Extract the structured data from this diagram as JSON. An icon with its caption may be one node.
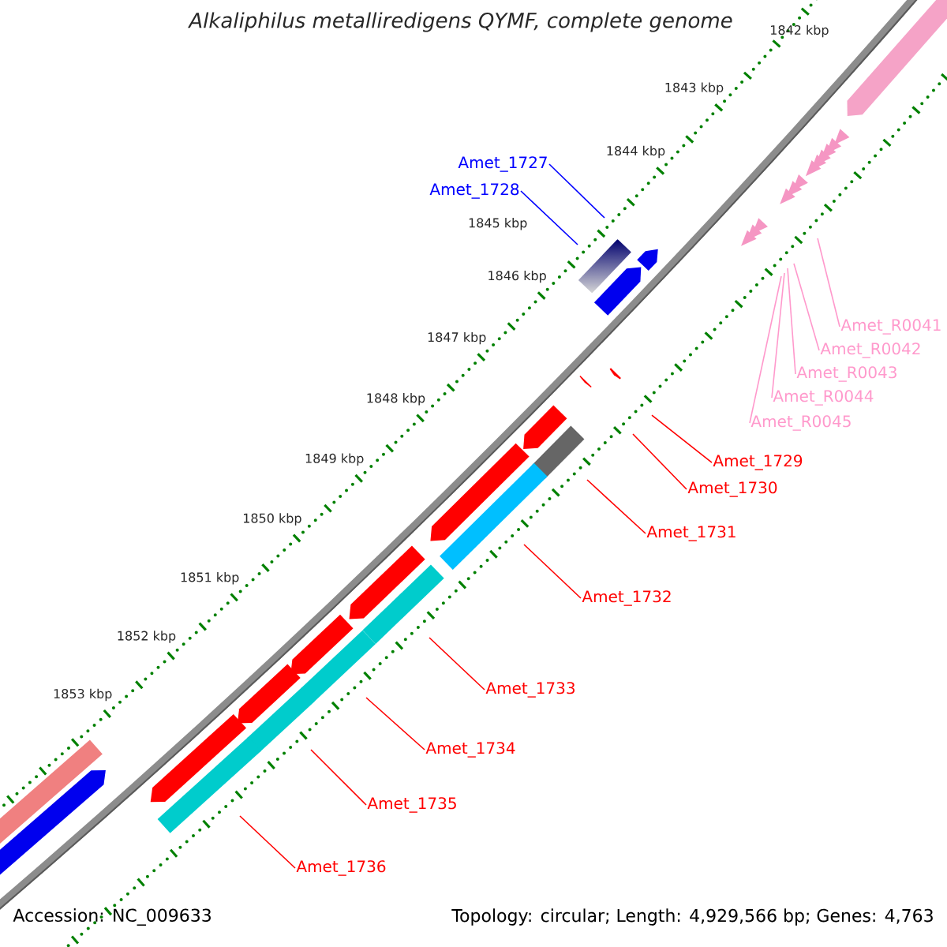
{
  "diagram": {
    "title": "Alkaliphilus metalliredigens QYMF, complete genome",
    "nodes": [
      {
        "text": [
          "Amet_1727"
        ]
      },
      {
        "text": [
          "Amet_1728"
        ]
      },
      {
        "text": [
          "Amet_R0041"
        ]
      },
      {
        "text": [
          "Amet_R0042"
        ]
      },
      {
        "text": [
          "Amet_R0043"
        ]
      },
      {
        "text": [
          "Amet_R0044"
        ]
      },
      {
        "text": [
          "Amet_R0045"
        ]
      },
      {
        "text": [
          "Amet_1729"
        ]
      },
      {
        "text": [
          "Amet_1730"
        ]
      },
      {
        "text": [
          "Amet_1731"
        ]
      },
      {
        "text": [
          "Amet_1732"
        ]
      },
      {
        "text": [
          "Amet_1733"
        ]
      },
      {
        "text": [
          "Amet_1734"
        ]
      },
      {
        "text": [
          "Amet_1735"
        ]
      },
      {
        "text": [
          "Amet_1736"
        ]
      }
    ],
    "edges": [
      {
        "from": 0,
        "to": null,
        "arrow": "none",
        "color": "#0000ff"
      },
      {
        "from": 1,
        "to": null,
        "arrow": "none",
        "color": "#0000ff"
      },
      {
        "from": 2,
        "to": null,
        "arrow": "none",
        "color": "#ff99cc"
      },
      {
        "from": 3,
        "to": null,
        "arrow": "none",
        "color": "#ff99cc"
      },
      {
        "from": 4,
        "to": null,
        "arrow": "none",
        "color": "#ff99cc"
      },
      {
        "from": 5,
        "to": null,
        "arrow": "none",
        "color": "#ff99cc"
      },
      {
        "from": 6,
        "to": null,
        "arrow": "none",
        "color": "#ff99cc"
      },
      {
        "from": 7,
        "to": null,
        "arrow": "none"
      },
      {
        "from": 8,
        "to": null,
        "arrow": "none"
      },
      {
        "from": 9,
        "to": null,
        "arrow": "none"
      },
      {
        "from": 10,
        "to": null,
        "arrow": "none"
      },
      {
        "from": 11,
        "to": null,
        "arrow": "none"
      },
      {
        "from": 12,
        "to": null,
        "arrow": "none"
      },
      {
        "from": 13,
        "to": null,
        "arrow": "none"
      },
      {
        "from": 14,
        "to": null,
        "arrow": "none"
      }
    ],
    "labels": [
      "1842 kbp",
      "1843 kbp",
      "1844 kbp",
      "1845 kbp",
      "1846 kbp",
      "1847 kbp",
      "1848 kbp",
      "1849 kbp",
      "1850 kbp",
      "1851 kbp",
      "1852 kbp",
      "1853 kbp",
      "Accession: NC_009633",
      "Topology: circular; Length: 4,929,566 bp; Genes: 4,763"
    ]
  }
}
